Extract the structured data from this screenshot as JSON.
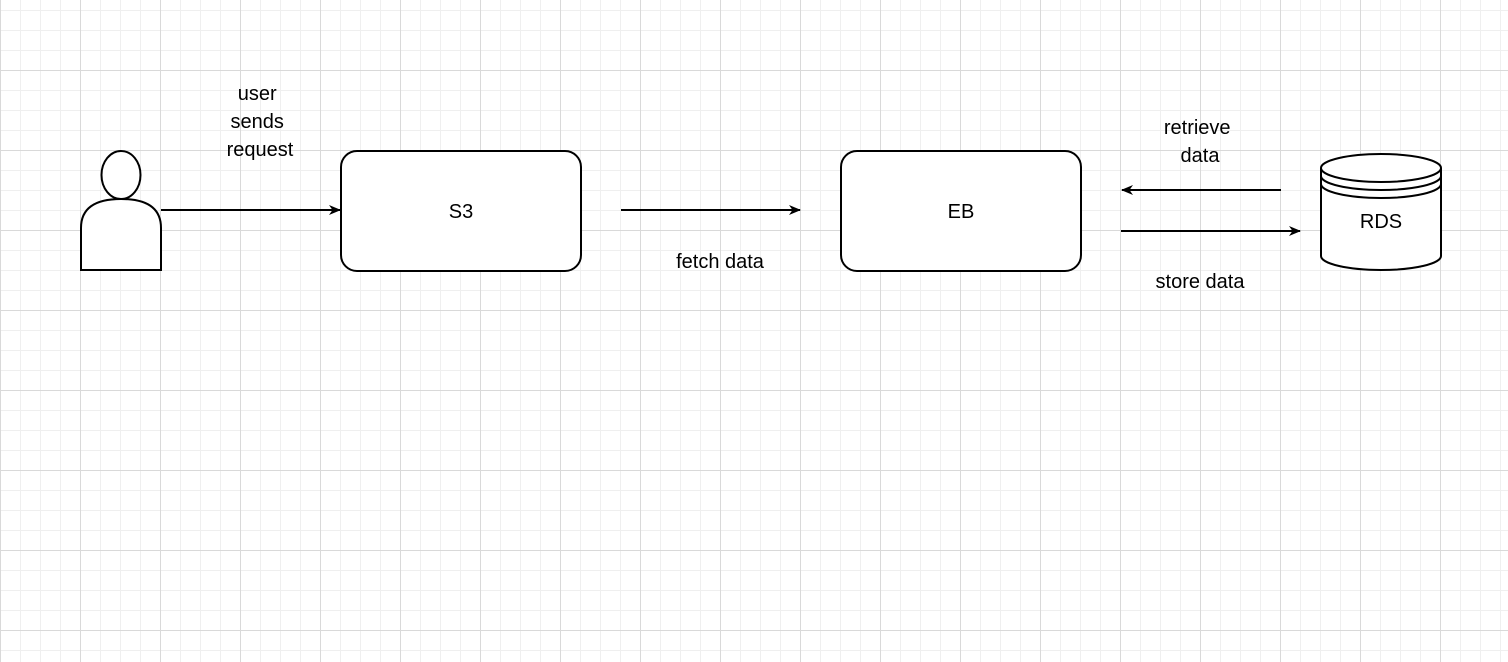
{
  "diagram": {
    "nodes": {
      "user": {
        "kind": "actor",
        "icon": "person-icon"
      },
      "s3": {
        "label": "S3"
      },
      "eb": {
        "label": "EB"
      },
      "rds": {
        "label": "RDS",
        "icon": "database-icon"
      }
    },
    "edges": {
      "user_to_s3": {
        "label_lines": [
          "user",
          "sends",
          "request"
        ]
      },
      "s3_to_eb": {
        "label": "fetch data"
      },
      "rds_to_eb": {
        "label_lines": [
          "retrieve",
          "data"
        ]
      },
      "eb_to_rds": {
        "label": "store data"
      }
    }
  }
}
